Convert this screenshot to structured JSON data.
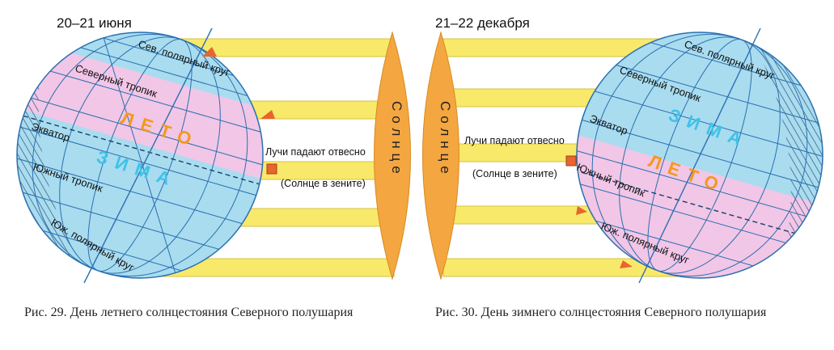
{
  "left": {
    "date": "20–21 июня",
    "labels": {
      "arctic": "Сев. полярный круг",
      "tropic_n": "Северный тропик",
      "equator": "Экватор",
      "tropic_s": "Южный тропик",
      "antarctic": "Юж. полярный круг",
      "summer": "ЛЕТО",
      "winter": "ЗИМА"
    },
    "rays_text": "Лучи падают отвесно",
    "zenith_text": "(Солнце в зените)",
    "sun": "Солнце",
    "caption": "Рис. 29. День летнего солнцестояния Северного полушария"
  },
  "right": {
    "date": "21–22 декабря",
    "labels": {
      "arctic": "Сев. полярный круг",
      "tropic_n": "Северный тропик",
      "equator": "Экватор",
      "tropic_s": "Южный тропик",
      "antarctic": "Юж. полярный круг",
      "summer": "ЛЕТО",
      "winter": "ЗИМА"
    },
    "rays_text": "Лучи падают отвесно",
    "zenith_text": "(Солнце в зените)",
    "sun": "Солнце",
    "caption": "Рис. 30. День зимнего солнцестояния Северного полушария"
  },
  "colors": {
    "ocean_blue": "#a9dcef",
    "summer_pink": "#f2c6e6",
    "grid_blue": "#2a6fb0",
    "ray_yellow": "#f8e96a",
    "sun_orange": "#f4a640",
    "marker_red": "#e8652e",
    "label_orange": "#f29a1e",
    "label_cyan": "#3fc2e8"
  }
}
